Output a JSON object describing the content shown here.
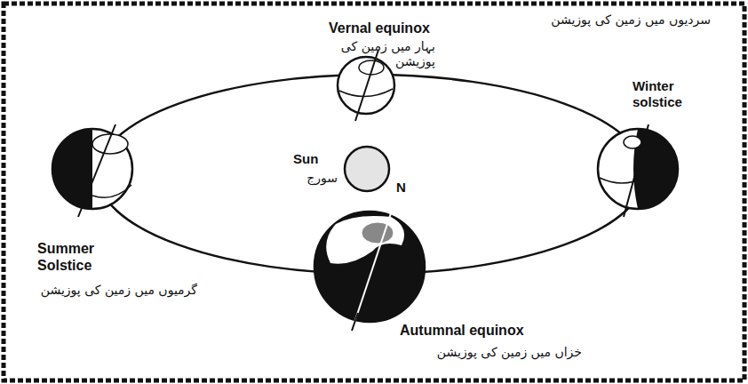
{
  "diagram": {
    "labels": [
      "Vernal equinox",
      "بہار میں زمین کی پوزیشن",
      "سردیوں میں زمین کی پوزیشن",
      "Winter solstice",
      "Sun",
      "سورج",
      "N",
      "Summer Solstice",
      "گرمیوں میں زمین کی پوزیشن",
      "Autumnal equinox",
      "خزاں میں زمین کی پوزیشن"
    ]
  }
}
